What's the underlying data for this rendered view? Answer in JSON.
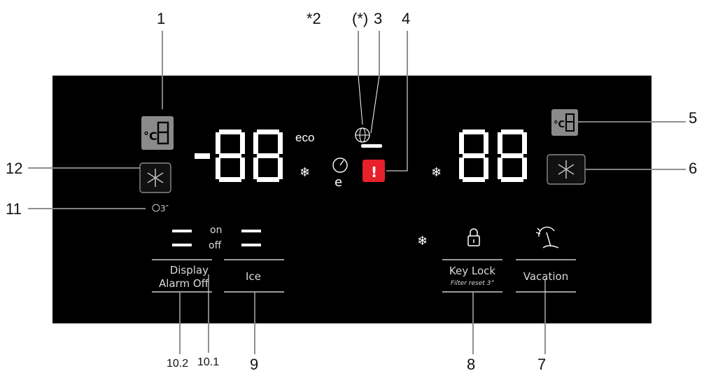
{
  "callouts": {
    "c1": "1",
    "c2": "*2",
    "c_star": "(*)",
    "c3": "3",
    "c4": "4",
    "c5": "5",
    "c6": "6",
    "c7": "7",
    "c8": "8",
    "c9": "9",
    "c10_1": "10.1",
    "c10_2": "10.2",
    "c11": "11",
    "c12": "12"
  },
  "panel": {
    "eco": "eco",
    "warning": "!",
    "timer_3s_left": "3″",
    "on": "on",
    "off": "off",
    "display_line1": "Display",
    "display_line2": "Alarm Off",
    "ice": "Ice",
    "key_lock": "Key Lock",
    "filter_reset": "Filter reset 3”",
    "vacation": "Vacation"
  },
  "colors": {
    "panel_bg": "#000000",
    "warning_red": "#e8202a",
    "gray_indicator": "#8a8a8a"
  },
  "icons": [
    "fridge-temp-icon",
    "freezer-temp-icon",
    "snowflake-icon",
    "eco-timer-icon",
    "filter-icon",
    "lock-icon",
    "vacation-umbrella-icon",
    "warning-icon"
  ]
}
